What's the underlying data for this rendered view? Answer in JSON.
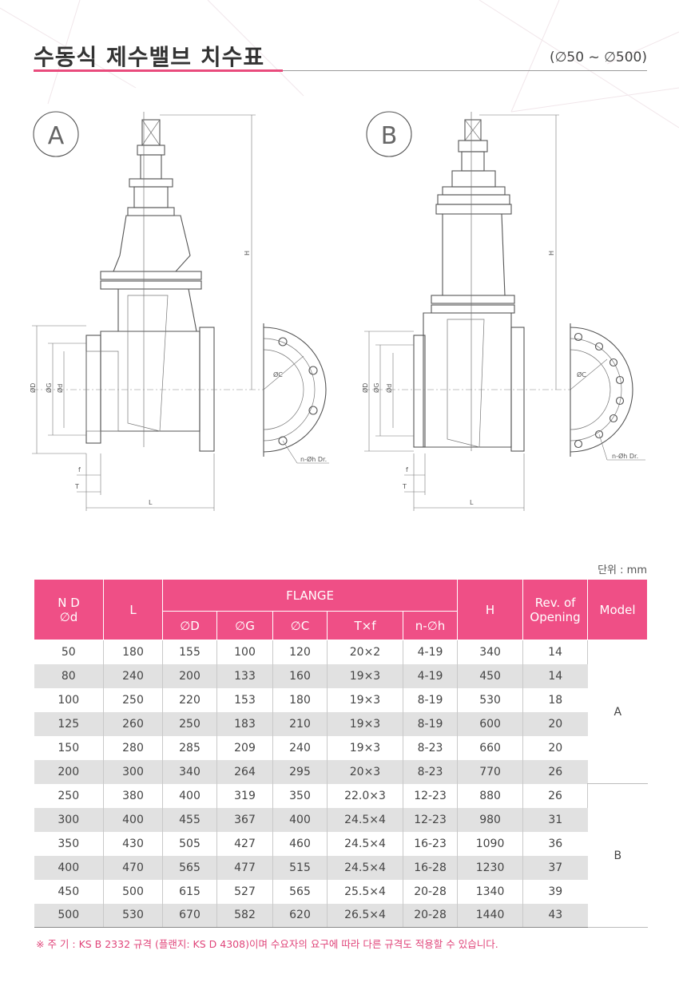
{
  "header": {
    "title": "수동식 제수밸브 치수표",
    "range": "(∅50 ~ ∅500)"
  },
  "drawing": {
    "model_a": "A",
    "model_b": "B",
    "labels": {
      "h": "H",
      "od": "ØD",
      "og": "ØG",
      "odd": "Ød",
      "oc": "ØC",
      "nh": "n-Øh Dr.",
      "f": "f",
      "t": "T",
      "l": "L"
    }
  },
  "unit": "단위 : mm",
  "table": {
    "headers": {
      "nd": "N D",
      "nd_sub": "∅d",
      "l": "L",
      "flange": "FLANGE",
      "od": "∅D",
      "og": "∅G",
      "oc": "∅C",
      "txf": "T×f",
      "nh": "n-∅h",
      "h": "H",
      "rev": "Rev. of",
      "opening": "Opening",
      "model": "Model"
    },
    "rows": [
      [
        "50",
        "180",
        "155",
        "100",
        "120",
        "20×2",
        "4-19",
        "340",
        "14"
      ],
      [
        "80",
        "240",
        "200",
        "133",
        "160",
        "19×3",
        "4-19",
        "450",
        "14"
      ],
      [
        "100",
        "250",
        "220",
        "153",
        "180",
        "19×3",
        "8-19",
        "530",
        "18"
      ],
      [
        "125",
        "260",
        "250",
        "183",
        "210",
        "19×3",
        "8-19",
        "600",
        "20"
      ],
      [
        "150",
        "280",
        "285",
        "209",
        "240",
        "19×3",
        "8-23",
        "660",
        "20"
      ],
      [
        "200",
        "300",
        "340",
        "264",
        "295",
        "20×3",
        "8-23",
        "770",
        "26"
      ],
      [
        "250",
        "380",
        "400",
        "319",
        "350",
        "22.0×3",
        "12-23",
        "880",
        "26"
      ],
      [
        "300",
        "400",
        "455",
        "367",
        "400",
        "24.5×4",
        "12-23",
        "980",
        "31"
      ],
      [
        "350",
        "430",
        "505",
        "427",
        "460",
        "24.5×4",
        "16-23",
        "1090",
        "36"
      ],
      [
        "400",
        "470",
        "565",
        "477",
        "515",
        "24.5×4",
        "16-28",
        "1230",
        "37"
      ],
      [
        "450",
        "500",
        "615",
        "527",
        "565",
        "25.5×4",
        "20-28",
        "1340",
        "39"
      ],
      [
        "500",
        "530",
        "670",
        "582",
        "620",
        "26.5×4",
        "20-28",
        "1440",
        "43"
      ]
    ],
    "models": [
      "A",
      "B"
    ]
  },
  "note": "※ 주 기 : KS B 2332 규격 (플랜지: KS D 4308)이며 수요자의 요구에 따라 다른 규격도 적용할 수 있습니다."
}
